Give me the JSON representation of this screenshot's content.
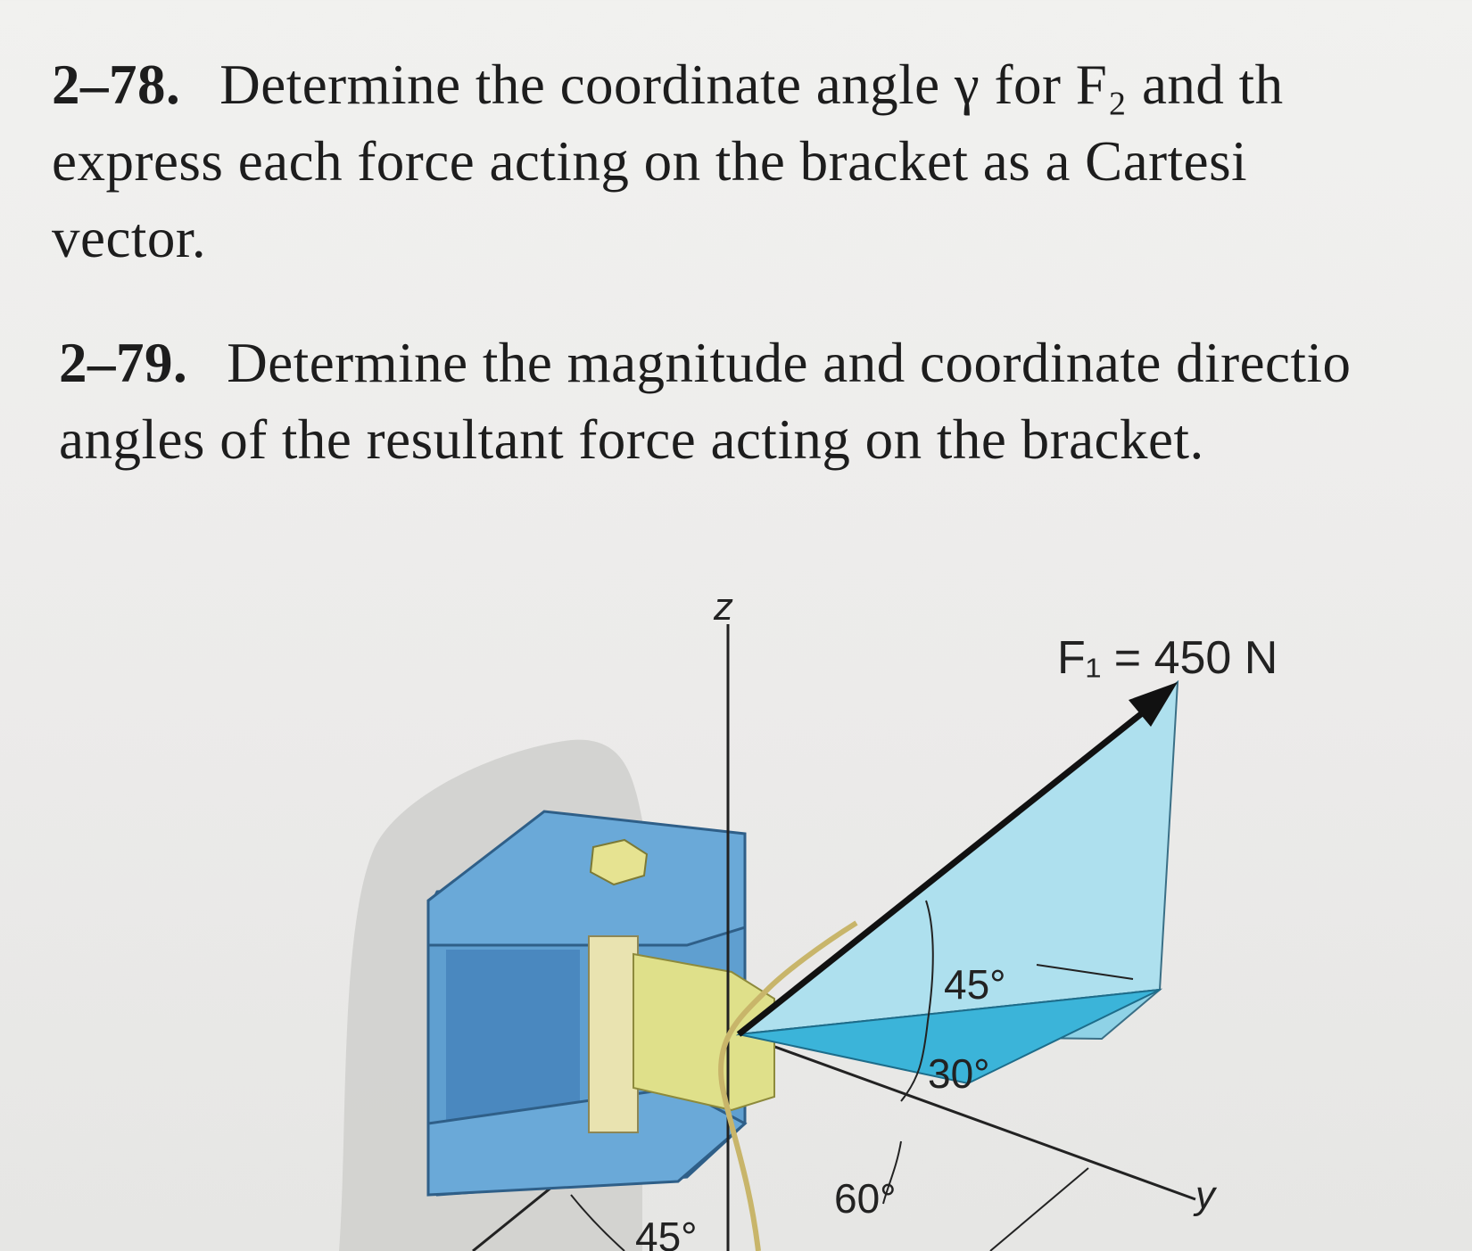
{
  "problem_278": {
    "number": "2–78.",
    "line1": "Determine the coordinate angle γ for F₂ and th",
    "line2": "express each force acting on the bracket as a Cartesi",
    "line3": "vector."
  },
  "problem_279": {
    "number": "2–79.",
    "line1": "Determine the magnitude and coordinate directio",
    "line2": "angles of the resultant force acting on the bracket."
  },
  "figure": {
    "z_axis_label": "z",
    "y_axis_label": "y",
    "force_label": "F₁ = 450 N",
    "angle_45_upper": "45°",
    "angle_30": "30°",
    "angle_60": "60°",
    "angle_45_lower": "45°",
    "colors": {
      "triangle_light": "#aee0ee",
      "triangle_mid": "#8fd2e6",
      "triangle_dark": "#3bb4d9",
      "bracket_blue": "#5f9fd0",
      "bracket_yellow": "#dfe08a"
    }
  }
}
